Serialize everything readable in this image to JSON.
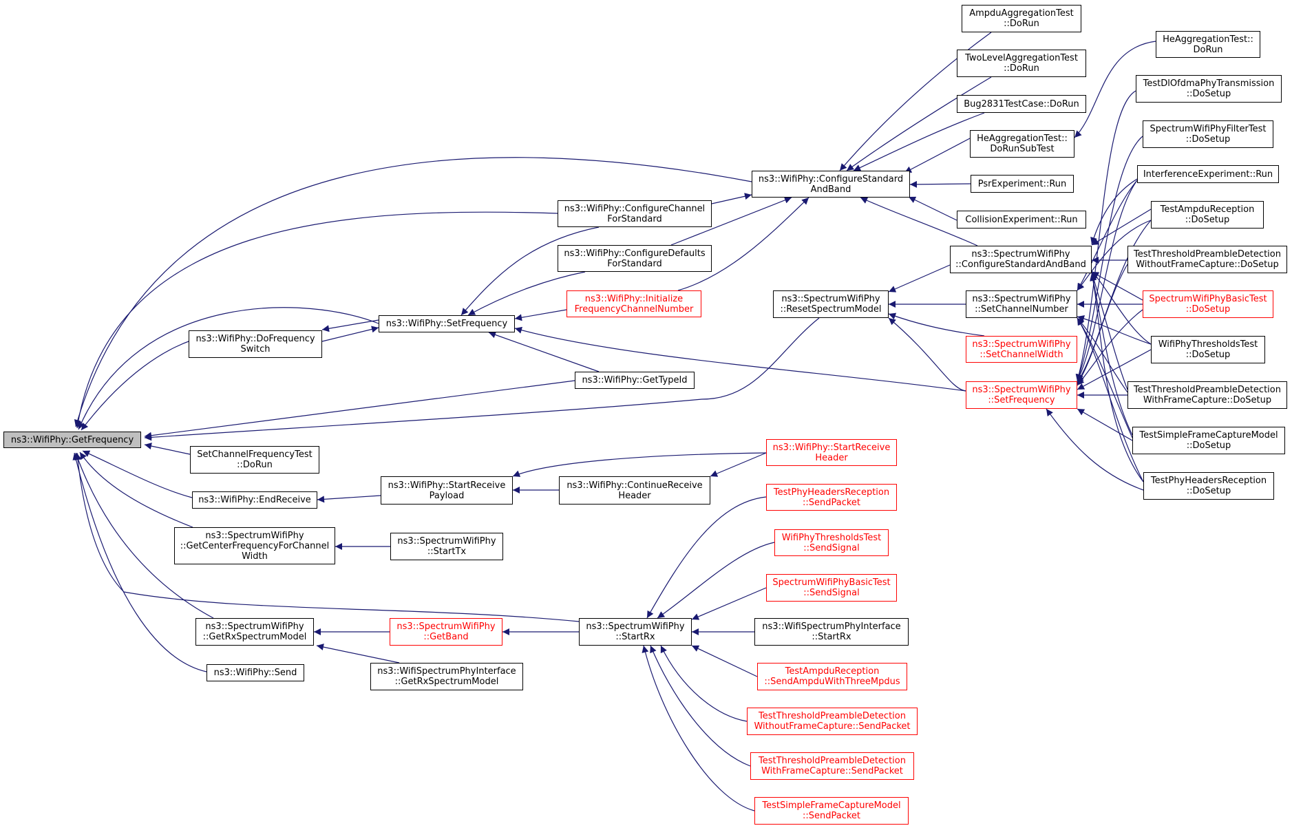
{
  "graph": {
    "edge_color": "#191970",
    "node_border_color": "#000000",
    "truncated_node_color": "#ff0000",
    "root_fill_color": "#bfbfbf",
    "nodes": {
      "getfreq": {
        "label": "ns3::WifiPhy::GetFrequency"
      },
      "cfgstd": {
        "label": "ns3::WifiPhy::ConfigureStandard\nAndBand"
      },
      "cfgchan": {
        "label": "ns3::WifiPhy::ConfigureChannel\nForStandard"
      },
      "cfgdef": {
        "label": "ns3::WifiPhy::ConfigureDefaults\nForStandard"
      },
      "initfreq": {
        "label": "ns3::WifiPhy::Initialize\nFrequencyChannelNumber",
        "truncated": true
      },
      "setfreq": {
        "label": "ns3::WifiPhy::SetFrequency"
      },
      "dofreq": {
        "label": "ns3::WifiPhy::DoFrequency\nSwitch"
      },
      "gettype": {
        "label": "ns3::WifiPhy::GetTypeId"
      },
      "reset": {
        "label": "ns3::SpectrumWifiPhy\n::ResetSpectrumModel"
      },
      "scfgstd": {
        "label": "ns3::SpectrumWifiPhy\n::ConfigureStandardAndBand"
      },
      "ssetchan": {
        "label": "ns3::SpectrumWifiPhy\n::SetChannelNumber"
      },
      "ssetwidth": {
        "label": "ns3::SpectrumWifiPhy\n::SetChannelWidth",
        "truncated": true
      },
      "ssetfreq": {
        "label": "ns3::SpectrumWifiPhy\n::SetFrequency",
        "truncated": true
      },
      "ampdu": {
        "label": "AmpduAggregationTest\n::DoRun"
      },
      "twolevel": {
        "label": "TwoLevelAggregationTest\n::DoRun"
      },
      "bug": {
        "label": "Bug2831TestCase::DoRun"
      },
      "hesub": {
        "label": "HeAggregationTest::\nDoRunSubTest"
      },
      "psr": {
        "label": "PsrExperiment::Run"
      },
      "coll": {
        "label": "CollisionExperiment::Run"
      },
      "herun": {
        "label": "HeAggregationTest::\nDoRun"
      },
      "dlofdma": {
        "label": "TestDlOfdmaPhyTransmission\n::DoSetup"
      },
      "filter": {
        "label": "SpectrumWifiPhyFilterTest\n::DoSetup"
      },
      "interf": {
        "label": "InterferenceExperiment::Run"
      },
      "ampdurx": {
        "label": "TestAmpduReception\n::DoSetup"
      },
      "thrwo": {
        "label": "TestThresholdPreambleDetection\nWithoutFrameCapture::DoSetup"
      },
      "basic": {
        "label": "SpectrumWifiPhyBasicTest\n::DoSetup",
        "truncated": true
      },
      "thresh": {
        "label": "WifiPhyThresholdsTest\n::DoSetup"
      },
      "thrw": {
        "label": "TestThresholdPreambleDetection\nWithFrameCapture::DoSetup"
      },
      "simple": {
        "label": "TestSimpleFrameCaptureModel\n::DoSetup"
      },
      "phyhdr": {
        "label": "TestPhyHeadersReception\n::DoSetup"
      },
      "setchanfreq": {
        "label": "SetChannelFrequencyTest\n::DoRun"
      },
      "endrx": {
        "label": "ns3::WifiPhy::EndReceive"
      },
      "startpl": {
        "label": "ns3::WifiPhy::StartReceive\nPayload"
      },
      "contrx": {
        "label": "ns3::WifiPhy::ContinueReceive\nHeader"
      },
      "starthdr": {
        "label": "ns3::WifiPhy::StartReceive\nHeader",
        "truncated": true
      },
      "getcenter": {
        "label": "ns3::SpectrumWifiPhy\n::GetCenterFrequencyForChannel\nWidth"
      },
      "starttx": {
        "label": "ns3::SpectrumWifiPhy\n::StartTx"
      },
      "getrxsm": {
        "label": "ns3::SpectrumWifiPhy\n::GetRxSpectrumModel"
      },
      "getband": {
        "label": "ns3::SpectrumWifiPhy\n::GetBand",
        "truncated": true
      },
      "startrx": {
        "label": "ns3::SpectrumWifiPhy\n::StartRx"
      },
      "ifrxsm": {
        "label": "ns3::WifiSpectrumPhyInterface\n::GetRxSpectrumModel"
      },
      "send": {
        "label": "ns3::WifiPhy::Send"
      },
      "hdrsend": {
        "label": "TestPhyHeadersReception\n::SendPacket",
        "truncated": true
      },
      "thrsig": {
        "label": "WifiPhyThresholdsTest\n::SendSignal",
        "truncated": true
      },
      "basicsig": {
        "label": "SpectrumWifiPhyBasicTest\n::SendSignal",
        "truncated": true
      },
      "ifstartrx": {
        "label": "ns3::WifiSpectrumPhyInterface\n::StartRx"
      },
      "ampdusend": {
        "label": "TestAmpduReception\n::SendAmpduWithThreeMpdus",
        "truncated": true
      },
      "thrwosend": {
        "label": "TestThresholdPreambleDetection\nWithoutFrameCapture::SendPacket",
        "truncated": true
      },
      "thrwsend": {
        "label": "TestThresholdPreambleDetection\nWithFrameCapture::SendPacket",
        "truncated": true
      },
      "simplesend": {
        "label": "TestSimpleFrameCaptureModel\n::SendPacket",
        "truncated": true
      }
    }
  }
}
